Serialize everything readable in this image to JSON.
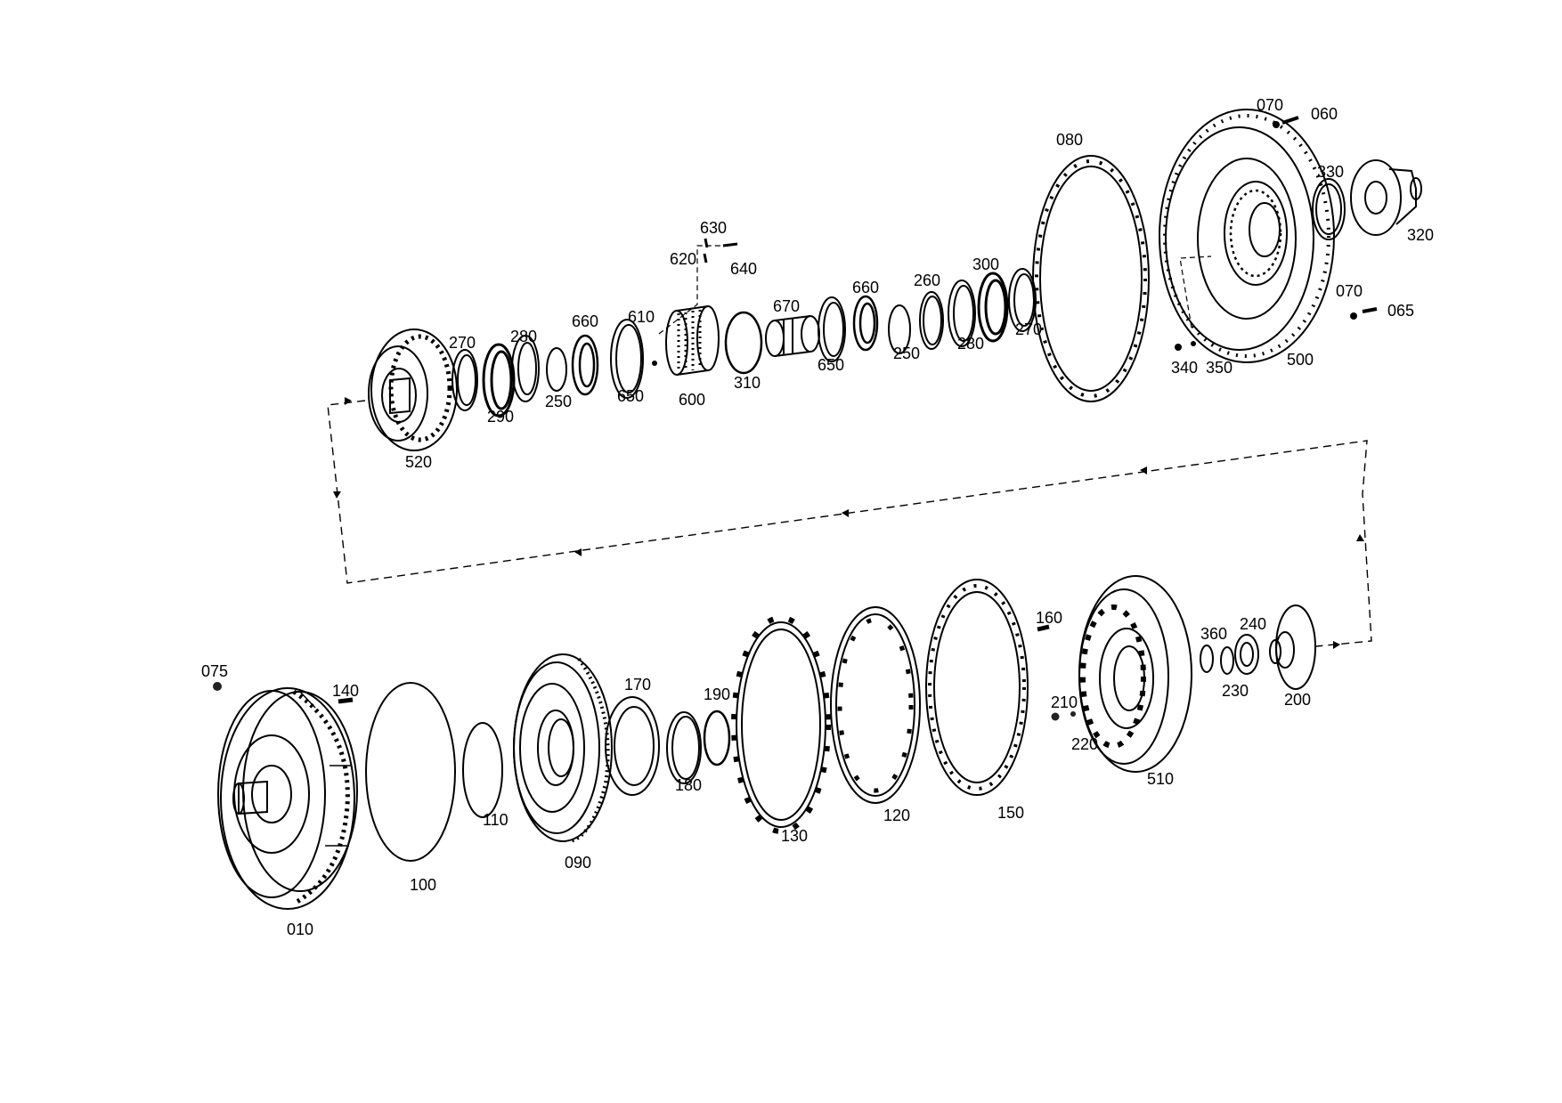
{
  "diagram": {
    "type": "exploded-assembly-view",
    "line_color": "#000000",
    "background": "#ffffff",
    "labels": {
      "p010": "010",
      "p075": "075",
      "p140": "140",
      "p100": "100",
      "p110": "110",
      "p090": "090",
      "p170": "170",
      "p180": "180",
      "p190": "190",
      "p130": "130",
      "p120": "120",
      "p150": "150",
      "p160": "160",
      "p210": "210",
      "p220": "220",
      "p510": "510",
      "p360": "360",
      "p240": "240",
      "p230": "230",
      "p200": "200",
      "p520": "520",
      "p270a": "270",
      "p290": "290",
      "p280a": "280",
      "p250a": "250",
      "p660a": "660",
      "p650a": "650",
      "p610": "610",
      "p620": "620",
      "p630": "630",
      "p600": "600",
      "p640": "640",
      "p310": "310",
      "p670": "670",
      "p650b": "650",
      "p660b": "660",
      "p250b": "250",
      "p260": "260",
      "p280b": "280",
      "p300": "300",
      "p270b": "270",
      "p080": "080",
      "p340": "340",
      "p350": "350",
      "p500": "500",
      "p070a": "070",
      "p060": "060",
      "p330": "330",
      "p320": "320",
      "p070b": "070",
      "p065": "065"
    }
  }
}
